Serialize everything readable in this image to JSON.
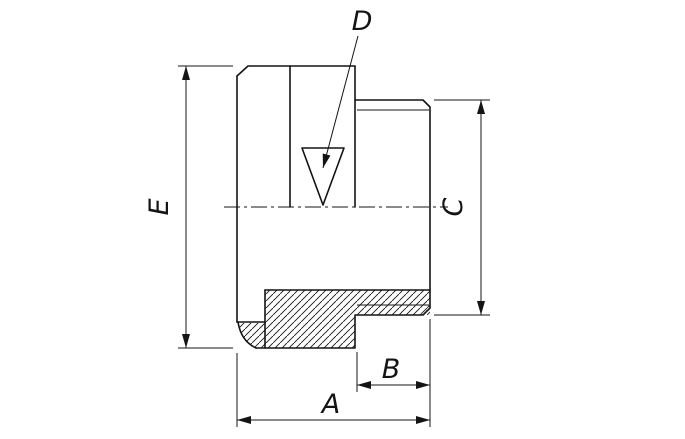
{
  "drawing": {
    "background_color": "#ffffff",
    "line_color": "#141414",
    "labels": {
      "a": "A",
      "b": "B",
      "c": "C",
      "d": "D",
      "e": "E"
    }
  }
}
